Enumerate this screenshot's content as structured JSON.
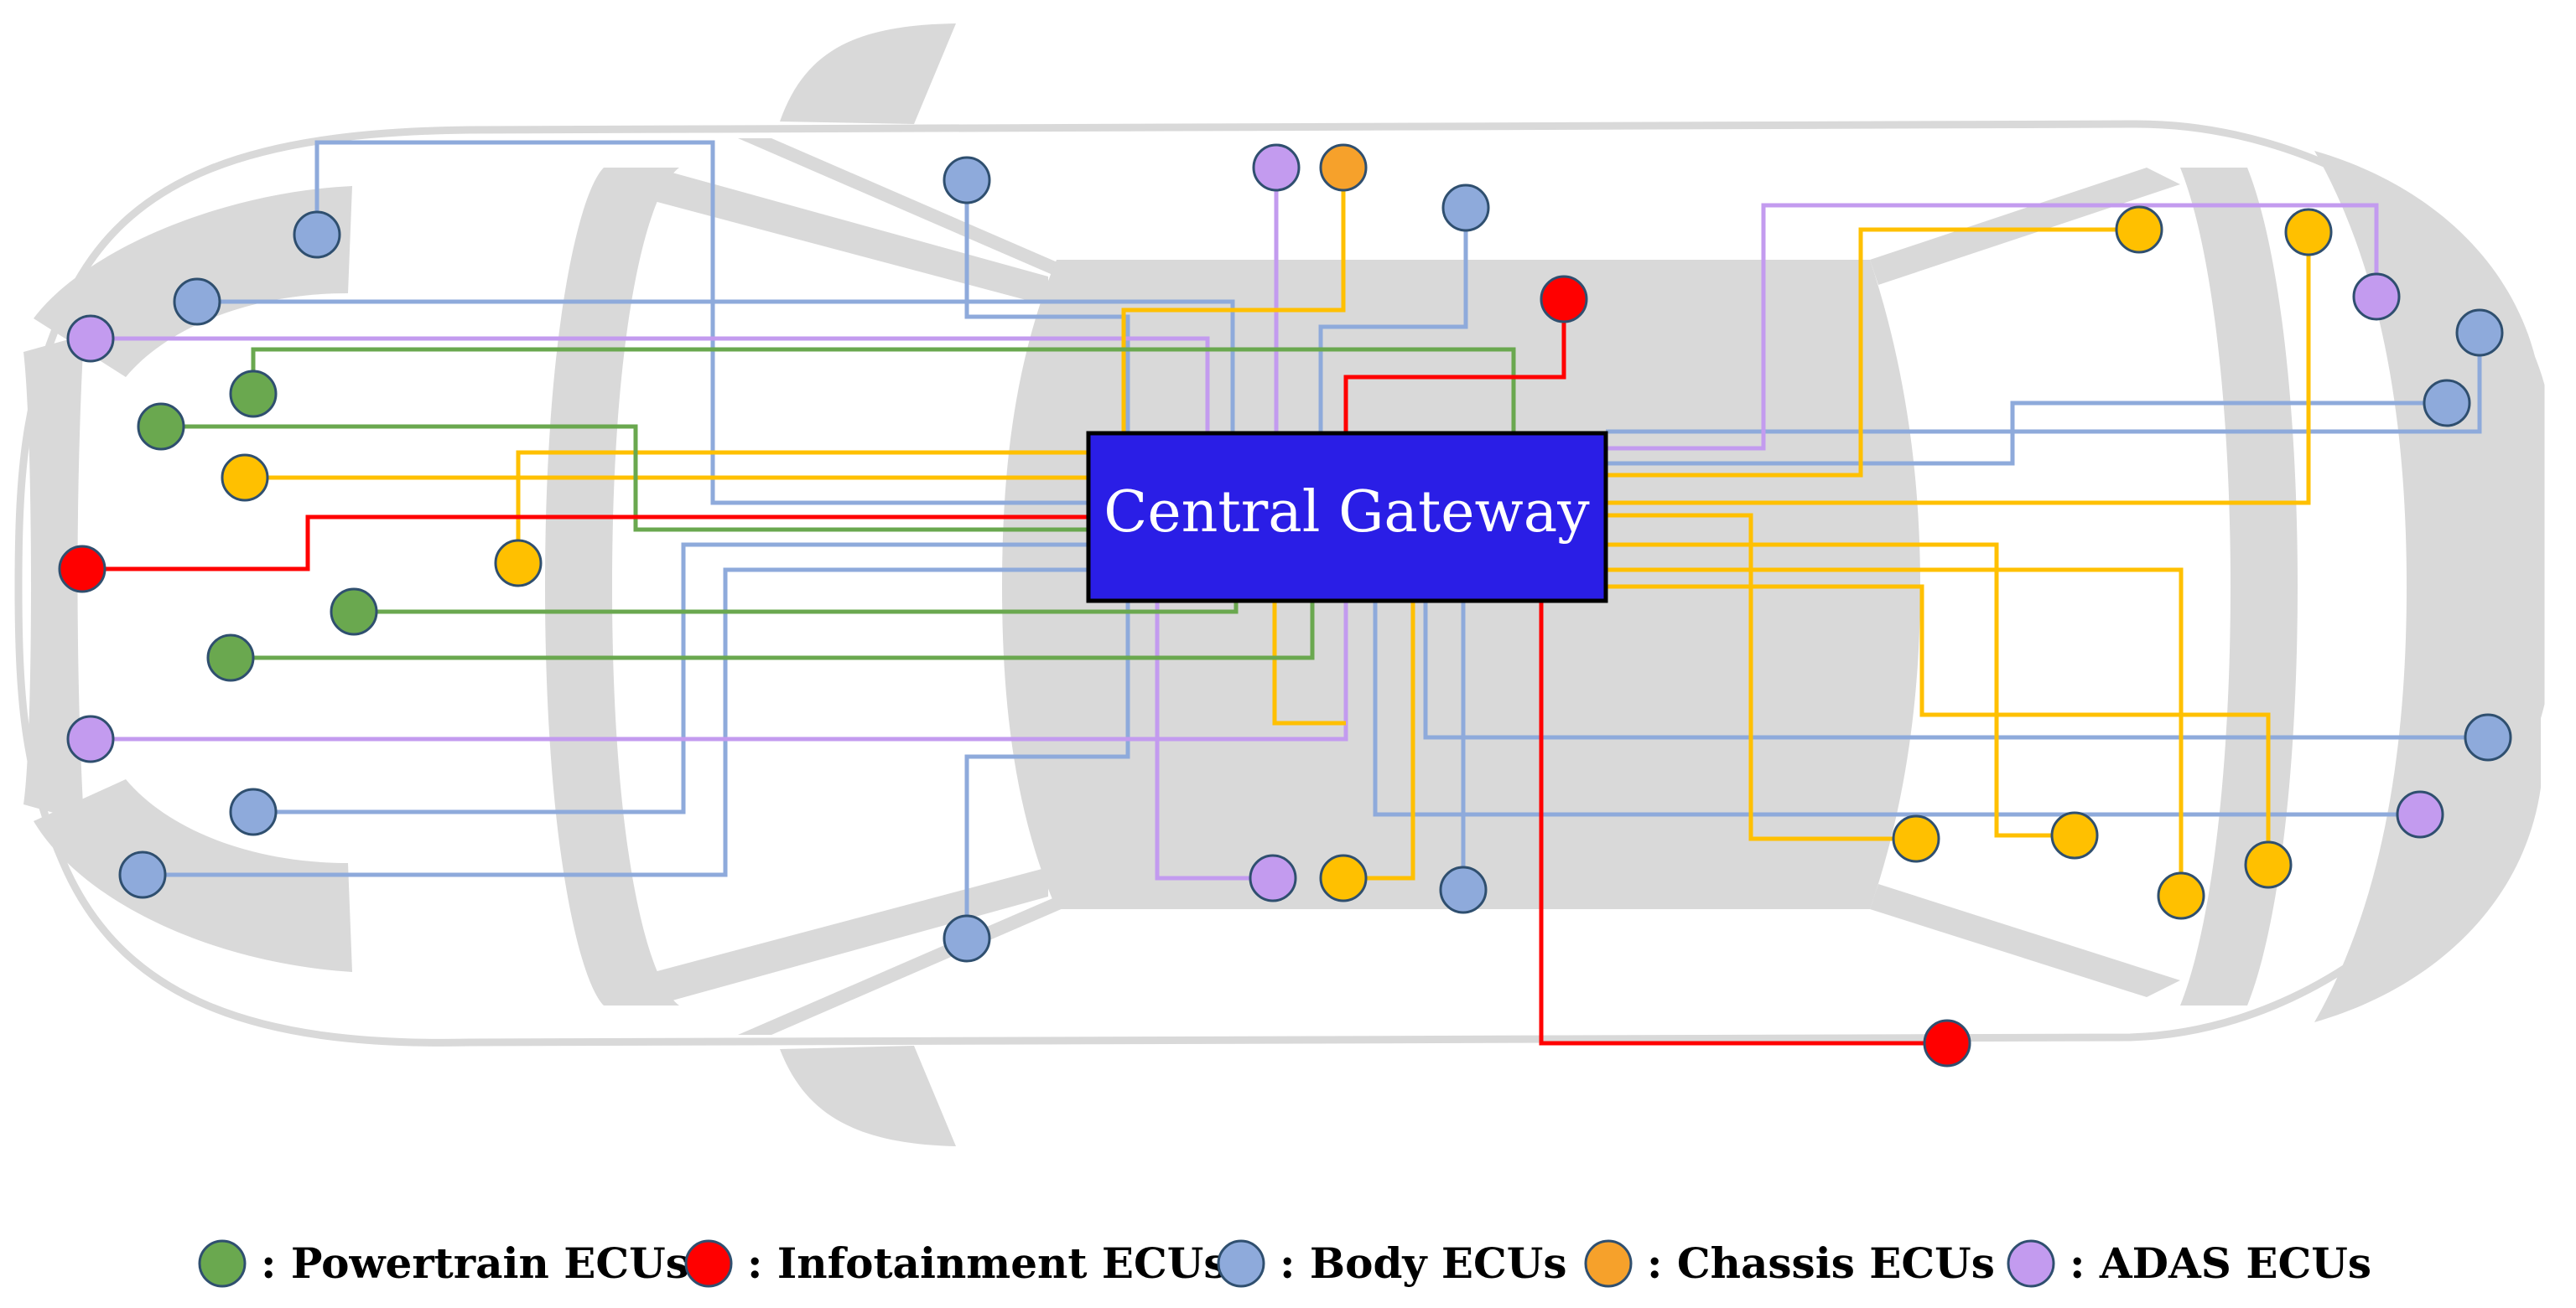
{
  "gateway": {
    "label": "Central Gateway",
    "fill": "#2a1ee6"
  },
  "categories": {
    "powertrain": {
      "color": "#6aa84f",
      "label": "Powertrain ECUs"
    },
    "infotainment": {
      "color": "#ff0000",
      "label": "Infotainment ECUs"
    },
    "body": {
      "color": "#8eaadb",
      "label": "Body ECUs"
    },
    "chassis": {
      "color": "#f6a12b",
      "label": "Chassis ECUs"
    },
    "chassis_node": {
      "color": "#ffc000"
    },
    "adas": {
      "color": "#c39bef",
      "label": "ADAS ECUs"
    }
  },
  "legend": {
    "separator": ":",
    "order": [
      "powertrain",
      "infotainment",
      "body",
      "chassis",
      "adas"
    ]
  },
  "car": {
    "color": "#d9d9d9"
  }
}
